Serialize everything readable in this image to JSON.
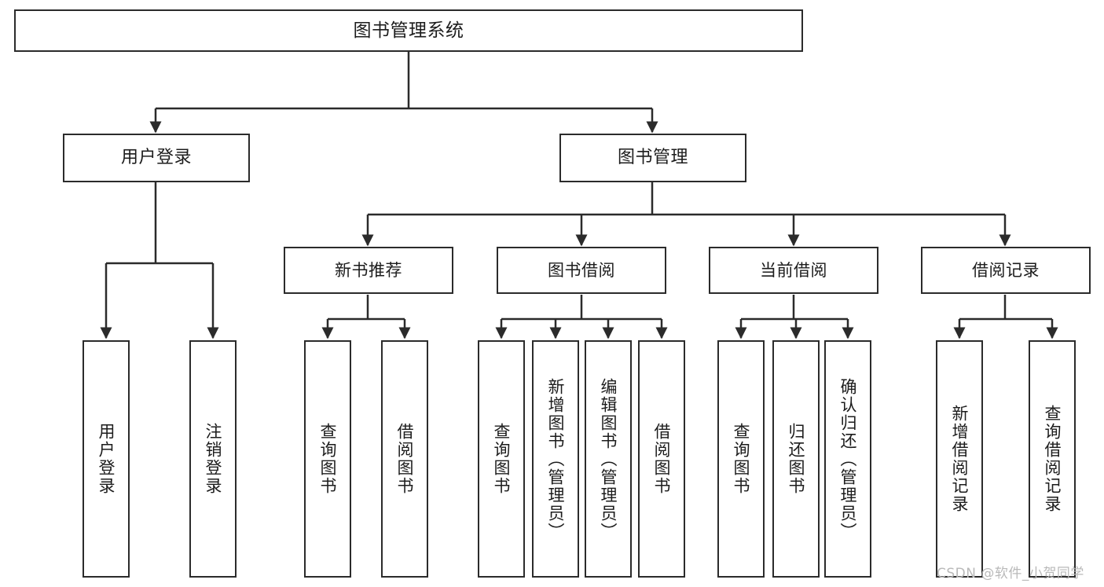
{
  "diagram": {
    "title": "图书管理系统",
    "watermark": "CSDN @软件_小贺同学",
    "colors": {
      "stroke": "#2b2b2b",
      "fill": "#ffffff",
      "text": "#1c1c1c",
      "watermark": "#b9b9b9"
    },
    "root": {
      "label": "图书管理系统"
    },
    "level1": [
      {
        "label": "用户登录"
      },
      {
        "label": "图书管理"
      }
    ],
    "level2": [
      {
        "label": "新书推荐"
      },
      {
        "label": "图书借阅"
      },
      {
        "label": "当前借阅"
      },
      {
        "label": "借阅记录"
      }
    ],
    "leaves": {
      "user_login": [
        {
          "label": "用户登录"
        },
        {
          "label": "注销登录"
        }
      ],
      "new_book": [
        {
          "label": "查询图书"
        },
        {
          "label": "借阅图书"
        }
      ],
      "book_borrow": [
        {
          "label": "查询图书"
        },
        {
          "label": "新增图书（管理员）"
        },
        {
          "label": "编辑图书（管理员）"
        },
        {
          "label": "借阅图书"
        }
      ],
      "current_borrow": [
        {
          "label": "查询图书"
        },
        {
          "label": "归还图书"
        },
        {
          "label": "确认归还（管理员）"
        }
      ],
      "borrow_record": [
        {
          "label": "新增借阅记录"
        },
        {
          "label": "查询借阅记录"
        }
      ]
    }
  }
}
